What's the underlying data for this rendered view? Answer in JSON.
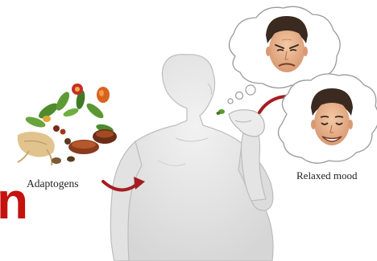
{
  "labels": {
    "adaptogens": "Adaptogens",
    "relaxed": "Relaxed mood"
  },
  "edge_text": "n",
  "icons": {
    "herbs": "adaptogen-herbs-illustration",
    "person": "person-silhouette",
    "stressed_face": "stressed-face-icon",
    "relaxed_face": "relaxed-face-icon",
    "arrow": "curved-arrow-icon"
  },
  "colors": {
    "body": "#e6e6e6",
    "body_stroke": "#bdbdbd",
    "arrow": "#a51d22",
    "edge_text": "#c4120f",
    "bubble_stroke": "#9a9a9a",
    "skin": "#e9b48f",
    "hair": "#3b2a20"
  }
}
